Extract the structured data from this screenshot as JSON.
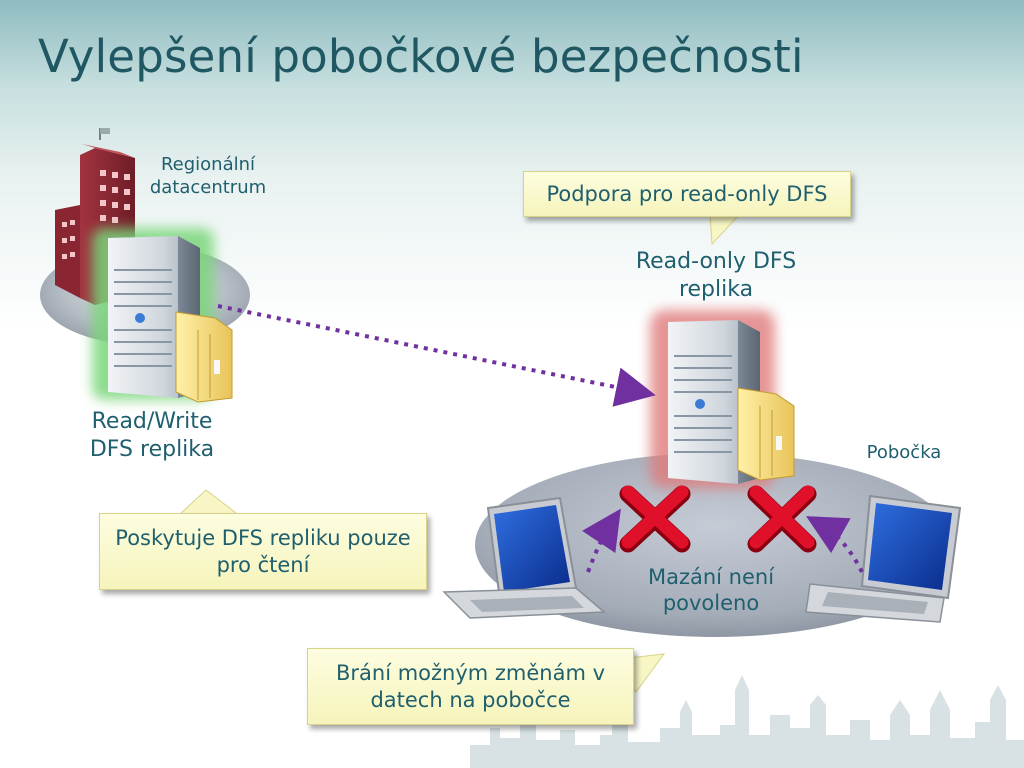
{
  "slide": {
    "title": "Vylepšení pobočkové bezpečnosti"
  },
  "datacenter": {
    "label_line1": "Regionální",
    "label_line2": "datacentrum",
    "server_label_line1": "Read/Write",
    "server_label_line2": "DFS replika"
  },
  "branch": {
    "label": "Pobočka",
    "server_label_line1": "Read-only DFS",
    "server_label_line2": "replika",
    "denied_line1": "Mazání není",
    "denied_line2": "povoleno"
  },
  "callouts": {
    "top": "Podpora pro read-only DFS",
    "left_line1": "Poskytuje DFS repliku pouze",
    "left_line2": "pro čtení",
    "bottom_line1": "Brání možným změnám v",
    "bottom_line2": "datech na pobočce"
  },
  "colors": {
    "title": "#1f5763",
    "text": "#1f5f6e",
    "arrow": "#7030a0",
    "datacenter_glow": "#7ad67a",
    "branch_glow": "#e07a7a",
    "deny_x": "#e0102a",
    "callout_fill": "#fbf9cc"
  },
  "icons": [
    "building-icon",
    "server-icon",
    "folder-icon",
    "laptop-icon",
    "deny-x-icon",
    "skyline-decoration"
  ]
}
